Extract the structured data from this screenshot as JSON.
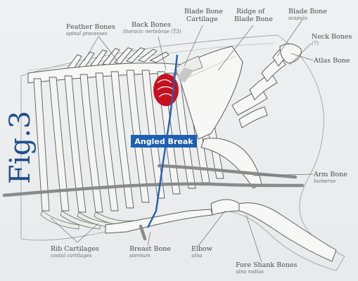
{
  "figure": {
    "label": "Fig.3"
  },
  "labels": {
    "angled_break": "Angled Break",
    "feather_bones": {
      "title": "Feather Bones",
      "sub": "spinal processes"
    },
    "back_bones": {
      "title": "Back Bones",
      "sub": "thoracic vertebrae (T3)"
    },
    "blade_bone_cartilage": {
      "line1": "Blade Bone",
      "line2": "Cartilage"
    },
    "ridge_of_blade_bone": {
      "line1": "Ridge of",
      "line2": "Blade Bone"
    },
    "blade_bone": {
      "title": "Blade Bone",
      "sub": "scapula"
    },
    "neck_bones": {
      "title": "Neck Bones",
      "sub": "(7)"
    },
    "atlas_bone": "Atlas Bone",
    "arm_bone": {
      "title": "Arm Bone",
      "sub": "humerus"
    },
    "rib_cartilages": {
      "title": "Rib Cartilages",
      "sub": "costal cartilages"
    },
    "breast_bone": {
      "title": "Breast Bone",
      "sub": "sternum"
    },
    "elbow": {
      "title": "Elbow",
      "sub": "ulna"
    },
    "fore_shank_bones": {
      "title": "Fore Shank Bones",
      "sub": "ulna radius"
    }
  },
  "colors": {
    "figure_blue": "#1f4e8d",
    "break_blue": "#1e5fb4",
    "rib_eye_red": "#c8101e",
    "cut_line_grey": "#8a8a8a",
    "background": "#eceef0"
  }
}
